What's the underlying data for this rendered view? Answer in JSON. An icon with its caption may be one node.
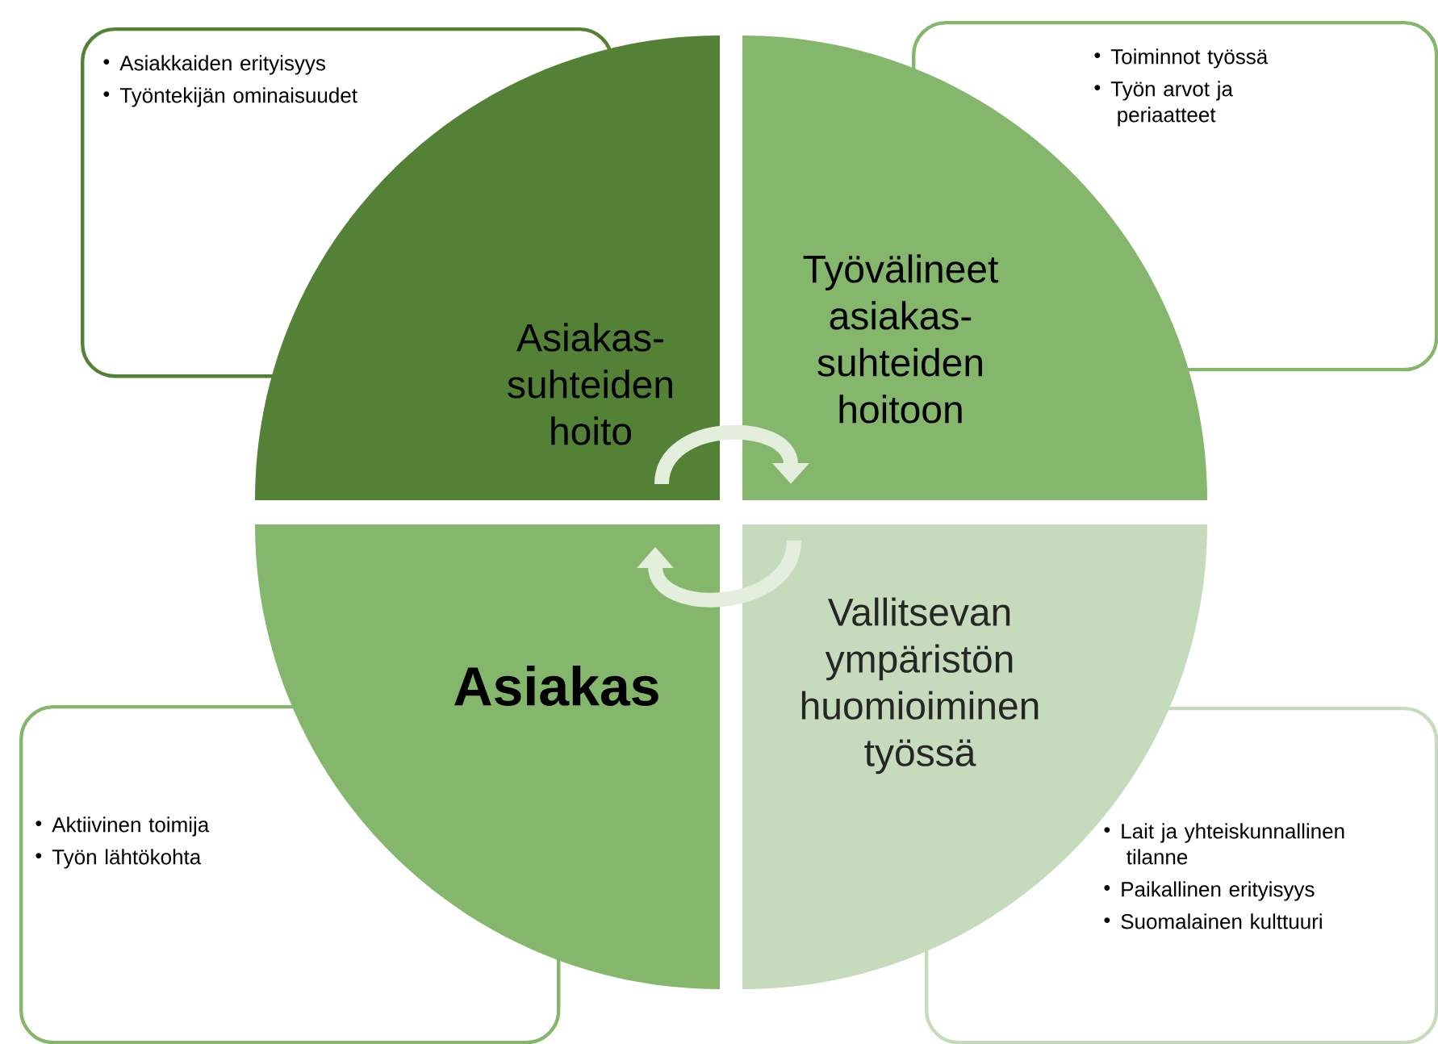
{
  "diagram": {
    "nodes": [
      {
        "text": [
          "Asiakkaiden erityisyys",
          "Työntekijän ominaisuudet"
        ]
      },
      {
        "text": [
          "Asiakas- suhteiden hoito"
        ]
      },
      {
        "text": [
          "Työvälineet asiakas- suhteiden hoitoon"
        ]
      },
      {
        "text": [
          "Toiminnot työssä",
          "Työn arvot ja periaatteet"
        ]
      },
      {
        "text": [
          "Asiakas"
        ]
      },
      {
        "text": [
          "Vallitsevan ympäristön huomioiminen työssä"
        ]
      },
      {
        "text": [
          "Aktiivinen toimija",
          "Työn lähtökohta"
        ]
      },
      {
        "text": [
          "Lait ja yhteiskunnallinen tilanne",
          "Paikallinen erityisyys",
          "Suomalainen kulttuuri"
        ]
      }
    ],
    "edges": [
      {
        "from": 1,
        "to": 2,
        "arrow": "to"
      },
      {
        "from": 5,
        "to": 4,
        "arrow": "to"
      }
    ]
  }
}
